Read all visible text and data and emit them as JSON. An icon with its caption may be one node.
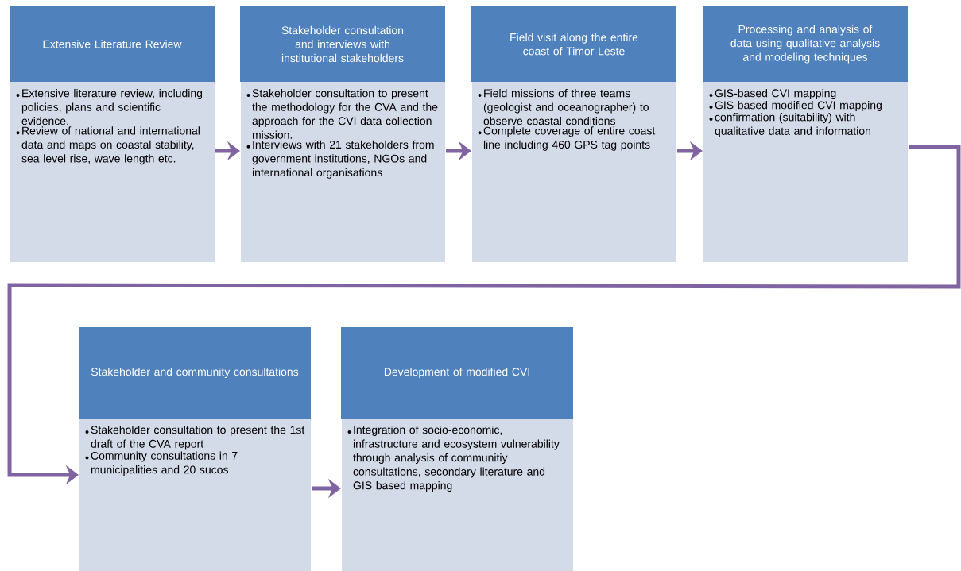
{
  "diagram": {
    "nodes": [
      {
        "text": [
          "Extensive Literature Review",
          "Extensive literature review, including policies, plans and scientific evidence.",
          "Review of national and international data and maps on coastal stability, sea level rise, wave length etc."
        ]
      },
      {
        "text": [
          "Stakeholder consultation and interviews with institutional stakeholders",
          "Stakeholder consultation to present the methodology for the CVA and the approach for the CVI data collection mission.",
          "Interviews with 21 stakeholders from government institutions, NGOs and international organisations"
        ]
      },
      {
        "text": [
          "Field visit along the entire coast of Timor-Leste",
          "Field missions of three teams (geologist and oceanographer) to observe coastal conditions",
          "Complete coverage of entire coast line including 460 GPS tag points"
        ]
      },
      {
        "text": [
          "Processing and analysis of data using qualitative analysis and modeling techniques",
          "GIS-based CVI mapping",
          "GIS-based modified CVI mapping",
          "confirmation (suitability) with qualitative data and information"
        ]
      },
      {
        "text": [
          "Stakeholder and community consultations",
          "Stakeholder consultation to present the 1st draft of the CVA report",
          "Community consultations in 7 municipalities and 20 sucos"
        ]
      },
      {
        "text": [
          "Development of modified CVI",
          "Integration of socio-economic, infrastructure and ecosystem vulnerability through analysis of communitiy consultations, secondary literature and GIS based mapping"
        ]
      }
    ],
    "edges": [
      {
        "from": 0,
        "to": 1,
        "arrow": "to"
      },
      {
        "from": 1,
        "to": 2,
        "arrow": "to"
      },
      {
        "from": 2,
        "to": 3,
        "arrow": "to"
      },
      {
        "from": 3,
        "to": 4,
        "arrow": "to"
      },
      {
        "from": 4,
        "to": 5,
        "arrow": "to"
      }
    ]
  }
}
